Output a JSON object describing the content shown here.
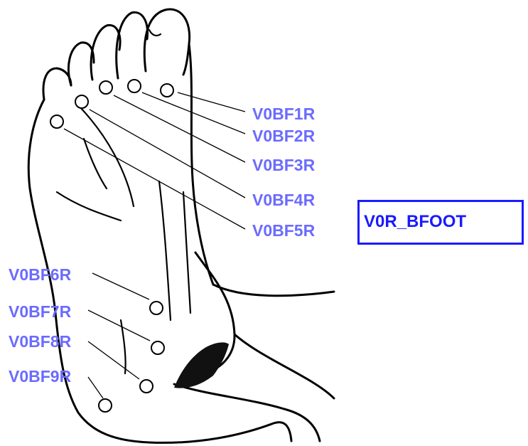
{
  "region_label": "V0R_BFOOT",
  "label_color": "#6b6bff",
  "box_color": "#1a1aff",
  "points": [
    {
      "label": "V0BF1R"
    },
    {
      "label": "V0BF2R"
    },
    {
      "label": "V0BF3R"
    },
    {
      "label": "V0BF4R"
    },
    {
      "label": "V0BF5R"
    },
    {
      "label": "V0BF6R"
    },
    {
      "label": "V0BF7R"
    },
    {
      "label": "V0BF8R"
    },
    {
      "label": "V0BF9R"
    }
  ]
}
